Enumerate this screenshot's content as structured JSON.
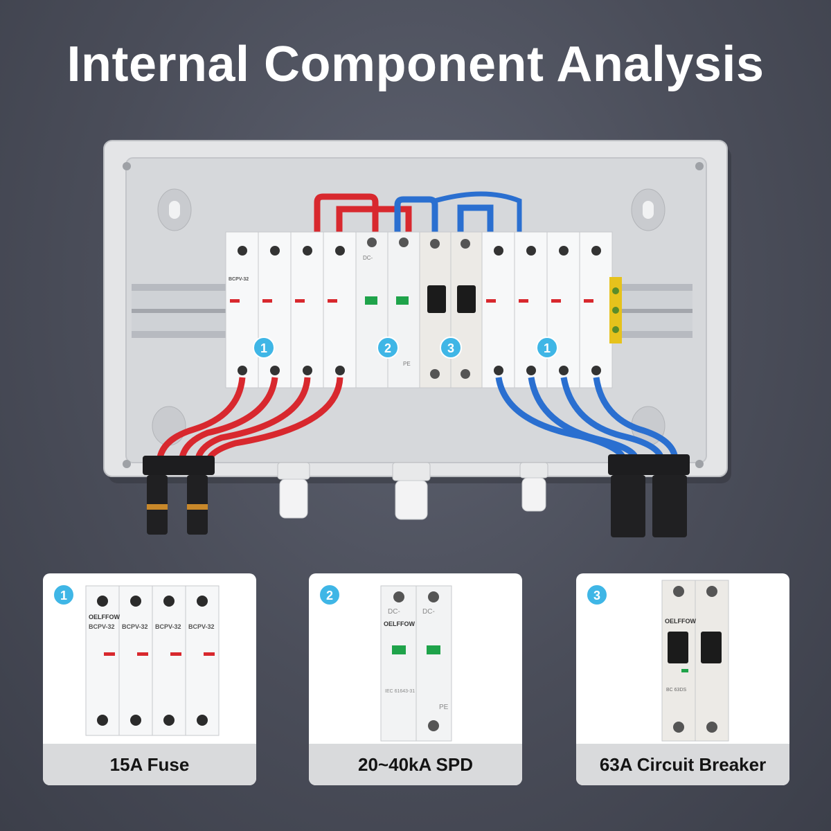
{
  "title": "Internal Component Analysis",
  "brand": "OELFFOW",
  "badges": [
    "1",
    "2",
    "3"
  ],
  "module_labels": {
    "fuse_model": "BCPV-32",
    "spd_label": "DC-",
    "pe_label": "PE",
    "spd_standard": "IEC 61643-31",
    "breaker_model": "BC 63DS"
  },
  "cards": [
    {
      "badge": "1",
      "caption": "15A Fuse"
    },
    {
      "badge": "2",
      "caption": "20~40kA SPD"
    },
    {
      "badge": "3",
      "caption": "63A Circuit Breaker"
    }
  ],
  "colors": {
    "background": "#4a4d59",
    "badge": "#3fb6e6",
    "red_wire": "#d8282e",
    "blue_wire": "#2a6fd0",
    "enclosure": "#e6e7e8"
  }
}
